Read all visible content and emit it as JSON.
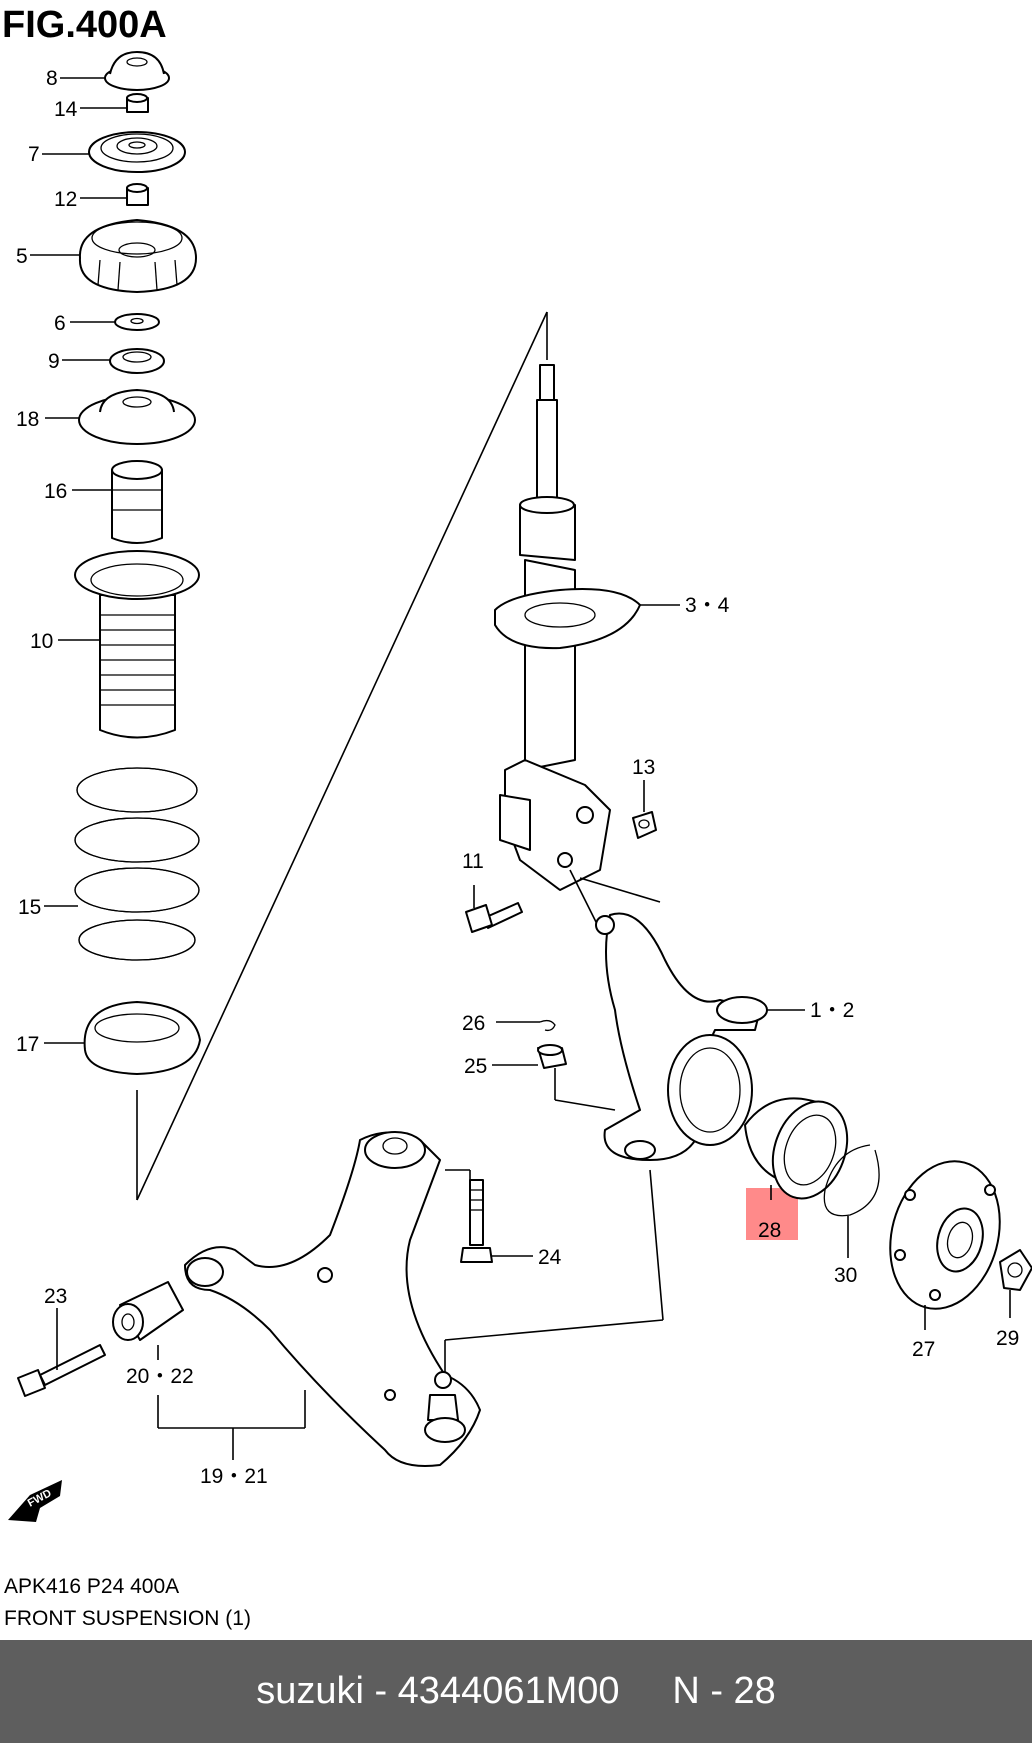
{
  "figure": {
    "title": "FIG.400A",
    "code": "APK416 P24 400A",
    "caption": "FRONT SUSPENSION (1)"
  },
  "callouts": {
    "c8": "8",
    "c14": "14",
    "c7": "7",
    "c12": "12",
    "c5": "5",
    "c6": "6",
    "c9": "9",
    "c18": "18",
    "c16": "16",
    "c10": "10",
    "c15": "15",
    "c17": "17",
    "c34": "3・4",
    "c13": "13",
    "c11": "11",
    "c12b": "1・2",
    "c26": "26",
    "c25": "25",
    "c28": "28",
    "c30": "30",
    "c27": "27",
    "c29": "29",
    "c24": "24",
    "c23": "23",
    "c2022": "20・22",
    "c1921": "19・21"
  },
  "highlight": {
    "part": "28",
    "color": "#ff8a8a"
  },
  "fwd_badge": "FWD",
  "footer": {
    "text": "suzuki - 4344061M00     N - 28",
    "background": "#5e5e5e",
    "text_color": "#ffffff"
  }
}
